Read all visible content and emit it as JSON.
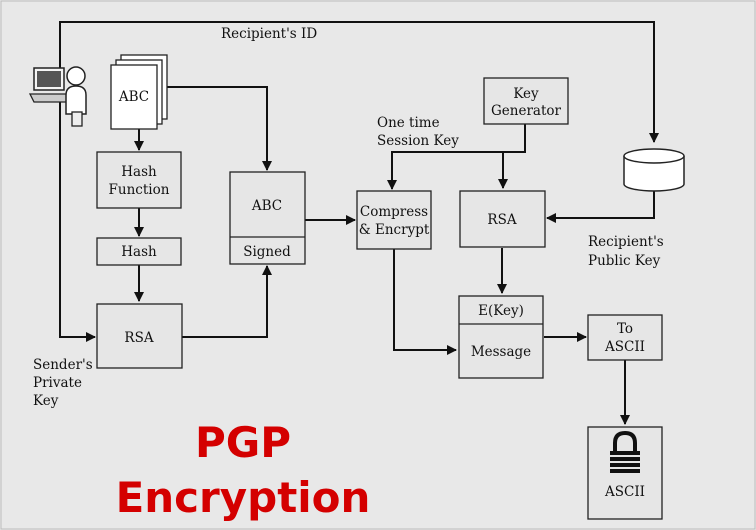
{
  "labels": {
    "recipients_id": "Recipient's ID",
    "doc_abc": "ABC",
    "hash_function": [
      "Hash",
      "Function"
    ],
    "hash": "Hash",
    "rsa_sender": "RSA",
    "signed_abc": "ABC",
    "signed": "Signed",
    "session_key": [
      "One time",
      "Session Key"
    ],
    "key_generator": [
      "Key",
      "Generator"
    ],
    "compress_encrypt": [
      "Compress",
      "& Encrypt"
    ],
    "rsa_recipient": "RSA",
    "recipients_public_key": [
      "Recipient's",
      "Public Key"
    ],
    "ekey": "E(Key)",
    "message": "Message",
    "to_ascii": [
      "To",
      "ASCII"
    ],
    "ascii": "ASCII",
    "senders_private_key": [
      "Sender's",
      "Private",
      "Key"
    ]
  },
  "title": [
    "PGP",
    "Encryption"
  ],
  "colors": {
    "title": "#d40000",
    "background": "#e8e8e8",
    "line": "#111111"
  },
  "icons": [
    "user-computer-icon",
    "document-stack-icon",
    "database-icon",
    "padlock-icon"
  ]
}
